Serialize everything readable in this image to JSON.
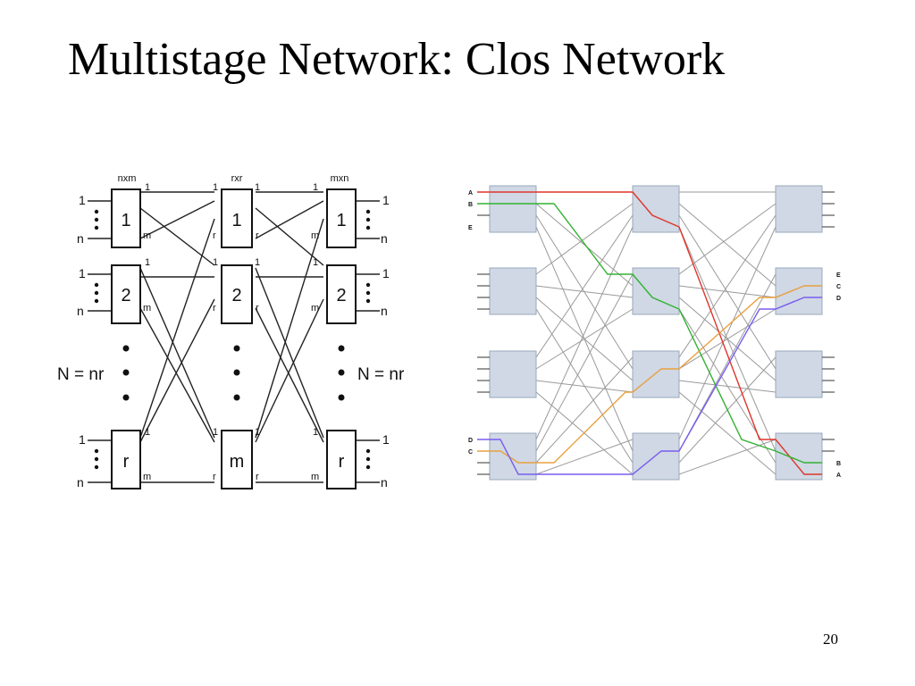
{
  "slide": {
    "title": "Multistage Network: Clos Network",
    "page_number": "20"
  },
  "clos_schematic": {
    "stage_headers": [
      "nxm",
      "rxr",
      "mxn"
    ],
    "ingress_labels": [
      "1",
      "2",
      "r"
    ],
    "middle_labels": [
      "1",
      "2",
      "m"
    ],
    "egress_labels": [
      "1",
      "2",
      "r"
    ],
    "port_first": "1",
    "port_last_io": "n",
    "port_m": "m",
    "port_r": "r",
    "size_label": "N = nr"
  },
  "clos_example": {
    "ingress_ports": [
      "A",
      "B",
      "E",
      "D",
      "C"
    ],
    "egress_ports": [
      "E",
      "C",
      "D",
      "B",
      "A"
    ],
    "colors": {
      "A": "#e0352b",
      "B": "#33b233",
      "C": "#e8a040",
      "D": "#7a5cf0",
      "grid": "#9a9a9a",
      "switch_fill": "#cfd8e4"
    }
  }
}
